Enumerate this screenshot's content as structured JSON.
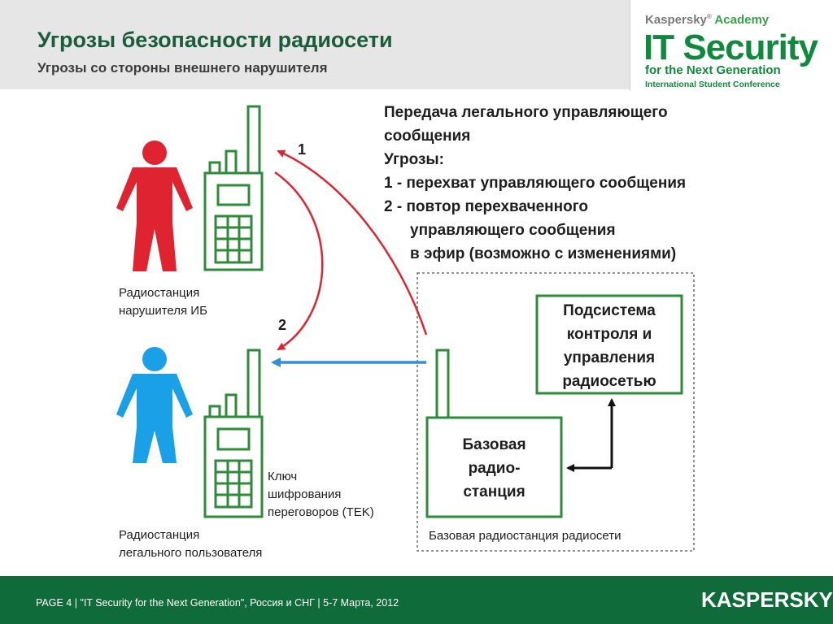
{
  "header": {
    "title": "Угрозы безопасности радиосети",
    "subtitle": "Угрозы со стороны внешнего нарушителя"
  },
  "logo": {
    "brand": "Kaspersky",
    "reg": "®",
    "academy": "Academy",
    "it_security": "IT Security",
    "for_next": "for the Next Generation",
    "conference": "International Student Conference"
  },
  "description": {
    "line1": "Передача легального управляющего",
    "line2": "сообщения",
    "line3": "Угрозы:",
    "line4": "1 - перехват управляющего сообщения",
    "line5": "2 - повтор перехваченного",
    "line6": "управляющего сообщения",
    "line7": "в эфир (возможно с изменениями)"
  },
  "diagram": {
    "intruder_caption_1": "Радиостанция",
    "intruder_caption_2": "нарушителя ИБ",
    "user_caption_1": "Радиостанция",
    "user_caption_2": "легального пользователя",
    "key_caption_1": "Ключ",
    "key_caption_2": "шифрования",
    "key_caption_3": "переговоров (TEK)",
    "arrow_1_label": "1",
    "arrow_2_label": "2",
    "control_box_1": "Подсистема",
    "control_box_2": "контроля и",
    "control_box_3": "управления",
    "control_box_4": "радиосетью",
    "base_box_1": "Базовая",
    "base_box_2": "радио-",
    "base_box_3": "станция",
    "base_caption": "Базовая радиостанция радиосети"
  },
  "colors": {
    "intruder": "#e02330",
    "user": "#1aa0e6",
    "device_outline": "#2e8b3a",
    "attack_arrow": "#e02330",
    "legit_arrow": "#2f8fdc",
    "footer_bg": "#0f6b3a"
  },
  "footer": {
    "text": "PAGE 4  |  \"IT Security for the Next Generation\", Россия и СНГ  |  5-7 Марта, 2012",
    "logo": "KASPERSKY"
  }
}
